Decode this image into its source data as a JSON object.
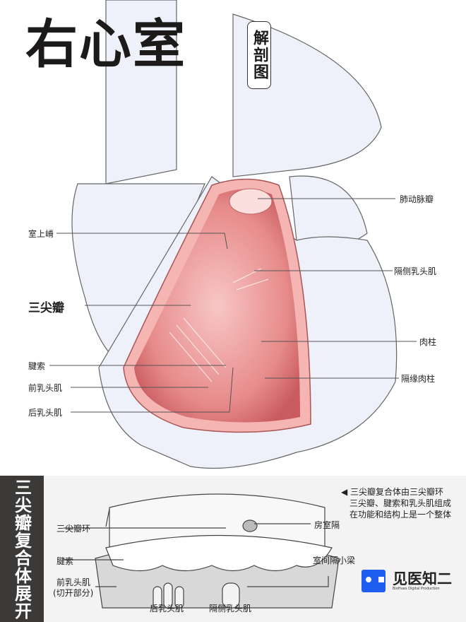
{
  "title": "右心室",
  "subtitle": "解剖图",
  "labels": {
    "pulmonary_valve": "肺动脉瓣",
    "supraventricular_crest": "室上嵴",
    "septal_papillary": "隔侧乳头肌",
    "tricuspid_valve": "三尖瓣",
    "trabeculae": "肉柱",
    "chordae": "腱索",
    "septomarginal": "隔缘肉柱",
    "anterior_papillary": "前乳头肌",
    "posterior_papillary": "后乳头肌"
  },
  "bottom": {
    "section_title": "三尖瓣复合体展开",
    "note": [
      "三尖瓣复合体由三尖瓣环",
      "三尖瓣、腱索和乳头肌组成",
      "在功能和结构上是一个整体"
    ],
    "labels": {
      "annulus": "三尖瓣环",
      "chordae": "腱索",
      "anterior_papillary": "前乳头肌",
      "anterior_papillary_note": "(切开部分)",
      "posterior_papillary": "后乳头肌",
      "septal_papillary": "隔侧乳头肌",
      "av_septum": "房室隔",
      "septal_band": "室间隔小梁"
    }
  },
  "logo": {
    "name": "见医知二",
    "tagline": "BioHues Digital Production"
  },
  "colors": {
    "accent": "#e88a8a",
    "sidebar": "#3c3a39",
    "logo_blue": "#1f5cf0"
  }
}
